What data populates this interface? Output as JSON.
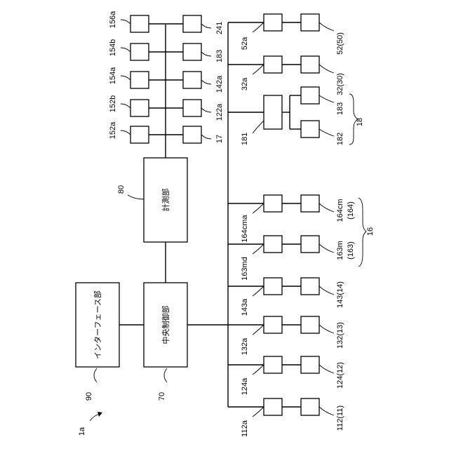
{
  "figure": {
    "device_ref": "1a",
    "interface_unit": {
      "label": "インターフェース部",
      "ref": "90"
    },
    "central_control_unit": {
      "label": "中央制御部",
      "ref": "70"
    },
    "measurement_unit": {
      "label": "計測部",
      "ref": "80"
    },
    "measure_boxes_left": [
      "156a",
      "154b",
      "154a",
      "152b",
      "152a"
    ],
    "measure_boxes_right": [
      "241",
      "183",
      "142a",
      "122a",
      "17"
    ],
    "control_chain_refs": [
      "52a",
      "32a",
      "181",
      "164cma",
      "163md",
      "143a",
      "132a",
      "124a",
      "112a"
    ],
    "control_end_refs": [
      "52(50)",
      "32(30)",
      "183",
      "182",
      "164cm",
      "(164)",
      "163m",
      "(163)",
      "143(14)",
      "132(13)",
      "124(12)",
      "112(11)"
    ],
    "group_refs": [
      "18",
      "16"
    ]
  }
}
